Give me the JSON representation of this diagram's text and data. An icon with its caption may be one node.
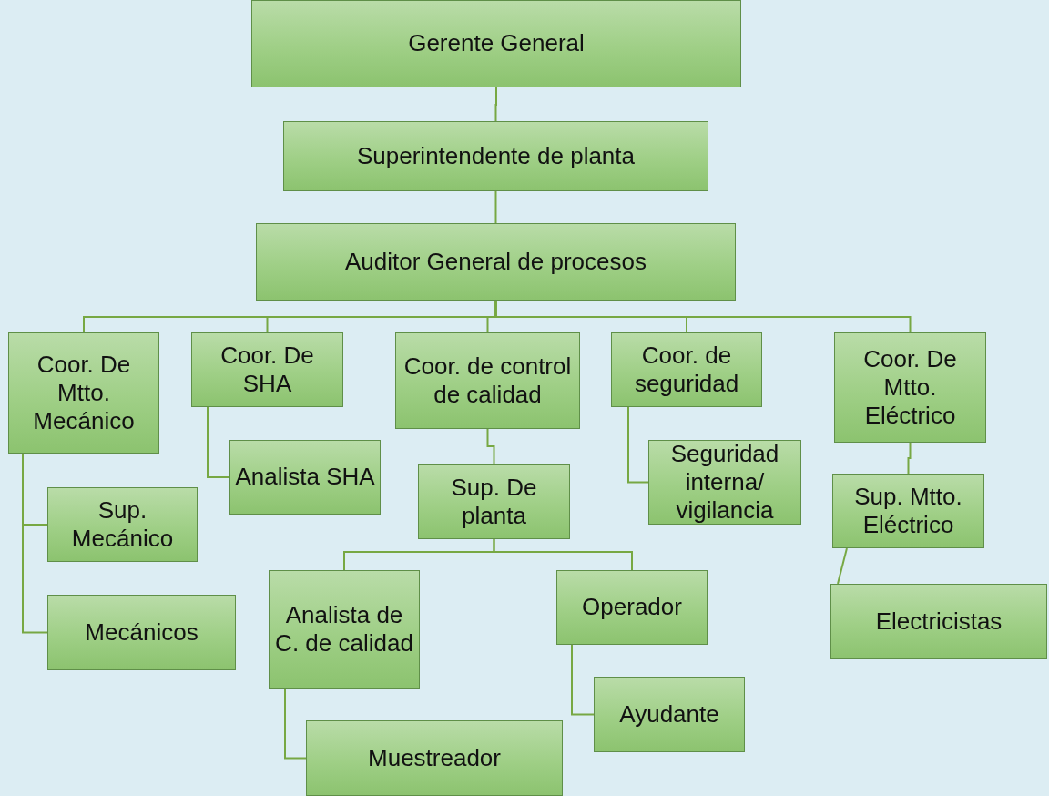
{
  "diagram": {
    "nodes": [
      {
        "text": [
          "Gerente General"
        ]
      },
      {
        "text": [
          "Superintendente de planta"
        ]
      },
      {
        "text": [
          "Auditor General de procesos"
        ]
      },
      {
        "text": [
          "Coor. De Mtto. Mecánico"
        ]
      },
      {
        "text": [
          "Coor. De SHA"
        ]
      },
      {
        "text": [
          "Coor. de control de calidad"
        ]
      },
      {
        "text": [
          "Coor. de seguridad"
        ]
      },
      {
        "text": [
          "Coor. De Mtto. Eléctrico"
        ]
      },
      {
        "text": [
          "Sup. Mecánico"
        ]
      },
      {
        "text": [
          "Mecánicos"
        ]
      },
      {
        "text": [
          "Analista SHA"
        ]
      },
      {
        "text": [
          "Sup. De planta"
        ]
      },
      {
        "text": [
          "Seguridad interna/ vigilancia"
        ]
      },
      {
        "text": [
          "Sup. Mtto. Eléctrico"
        ]
      },
      {
        "text": [
          "Electricistas"
        ]
      },
      {
        "text": [
          "Analista de C. de calidad"
        ]
      },
      {
        "text": [
          "Operador"
        ]
      },
      {
        "text": [
          "Muestreador"
        ]
      },
      {
        "text": [
          "Ayudante"
        ]
      }
    ],
    "edges": [
      {
        "from": 0,
        "to": 1,
        "arrow": "none"
      },
      {
        "from": 1,
        "to": 2,
        "arrow": "none"
      },
      {
        "from": 2,
        "to": 3,
        "arrow": "none"
      },
      {
        "from": 2,
        "to": 4,
        "arrow": "none"
      },
      {
        "from": 2,
        "to": 5,
        "arrow": "none"
      },
      {
        "from": 2,
        "to": 6,
        "arrow": "none"
      },
      {
        "from": 2,
        "to": 7,
        "arrow": "none"
      },
      {
        "from": 3,
        "to": 8,
        "arrow": "none"
      },
      {
        "from": 3,
        "to": 9,
        "arrow": "none"
      },
      {
        "from": 4,
        "to": 10,
        "arrow": "none"
      },
      {
        "from": 5,
        "to": 11,
        "arrow": "none"
      },
      {
        "from": 6,
        "to": 12,
        "arrow": "none"
      },
      {
        "from": 7,
        "to": 13,
        "arrow": "none"
      },
      {
        "from": 13,
        "to": 14,
        "arrow": "none"
      },
      {
        "from": 11,
        "to": 15,
        "arrow": "none"
      },
      {
        "from": 11,
        "to": 16,
        "arrow": "none"
      },
      {
        "from": 15,
        "to": 17,
        "arrow": "none"
      },
      {
        "from": 16,
        "to": 18,
        "arrow": "none"
      }
    ]
  }
}
